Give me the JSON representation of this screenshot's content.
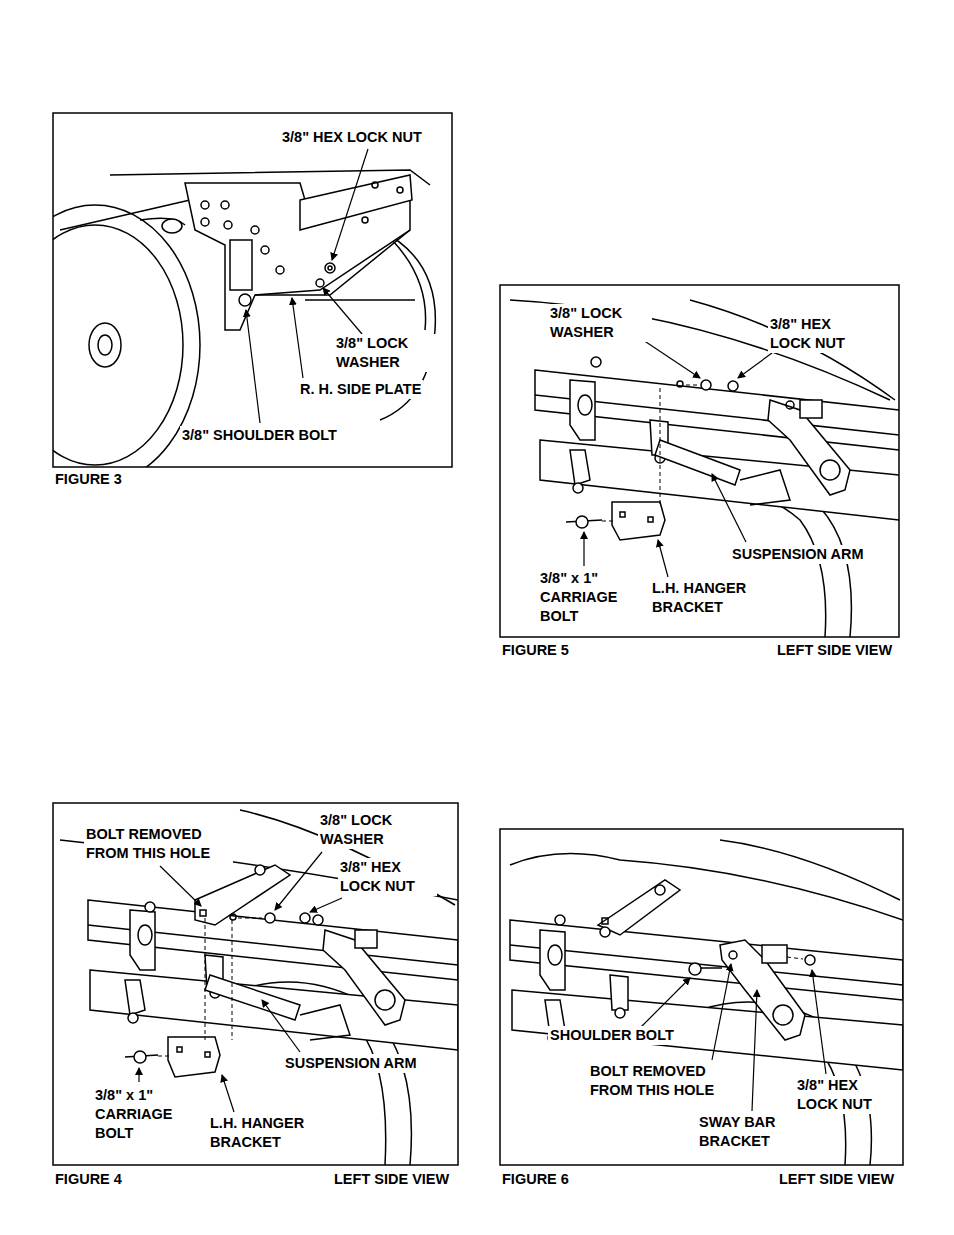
{
  "diagram": {
    "labels": [
      "3/8\" HEX LOCK NUT",
      "3/8\" LOCK WASHER",
      "R. H. SIDE PLATE",
      "3/8\" SHOULDER BOLT",
      "FIGURE 3",
      "3/8\" LOCK WASHER",
      "3/8\" HEX LOCK NUT",
      "SUSPENSION ARM",
      "3/8\" x 1\" CARRIAGE BOLT",
      "L.H. HANGER BRACKET",
      "FIGURE 5",
      "LEFT SIDE VIEW",
      "BOLT REMOVED FROM THIS HOLE",
      "3/8\" LOCK WASHER",
      "3/8\" HEX LOCK NUT",
      "SUSPENSION ARM",
      "3/8\" x 1\" CARRIAGE BOLT",
      "L.H. HANGER BRACKET",
      "FIGURE 4",
      "LEFT SIDE VIEW",
      "SHOULDER BOLT",
      "BOLT REMOVED FROM THIS HOLE",
      "SWAY BAR BRACKET",
      "3/8\" HEX LOCK NUT",
      "FIGURE 6",
      "LEFT SIDE VIEW"
    ]
  }
}
